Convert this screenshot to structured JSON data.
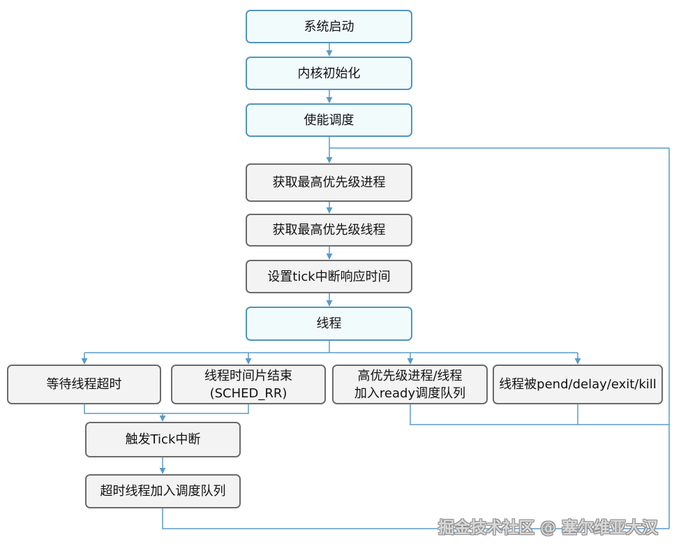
{
  "nodes": {
    "system_start": "系统启动",
    "kernel_init": "内核初始化",
    "enable_schedule": "使能调度",
    "get_highest_process": "获取最高优先级进程",
    "get_highest_thread": "获取最高优先级线程",
    "set_tick_timer": "设置tick中断响应时间",
    "thread": "线程",
    "wait_timeout": "等待线程超时",
    "timeslice_end_line1": "线程时间片结束",
    "timeslice_end_line2": "(SCHED_RR)",
    "high_prio_ready_line1": "高优先级进程/线程",
    "high_prio_ready_line2": "加入ready调度队列",
    "thread_pend": "线程被pend/delay/exit/kill",
    "trigger_tick": "触发Tick中断",
    "timeout_enqueue": "超时线程加入调度队列"
  },
  "watermark": "掘金技术社区 @ 塞尔维亚大汉",
  "colors": {
    "blue_fill": "#f2fbfc",
    "blue_border": "#4f95be",
    "gray_fill": "#f3f3f3",
    "gray_border": "#6b6b6b",
    "connector": "#5b9bc8"
  }
}
